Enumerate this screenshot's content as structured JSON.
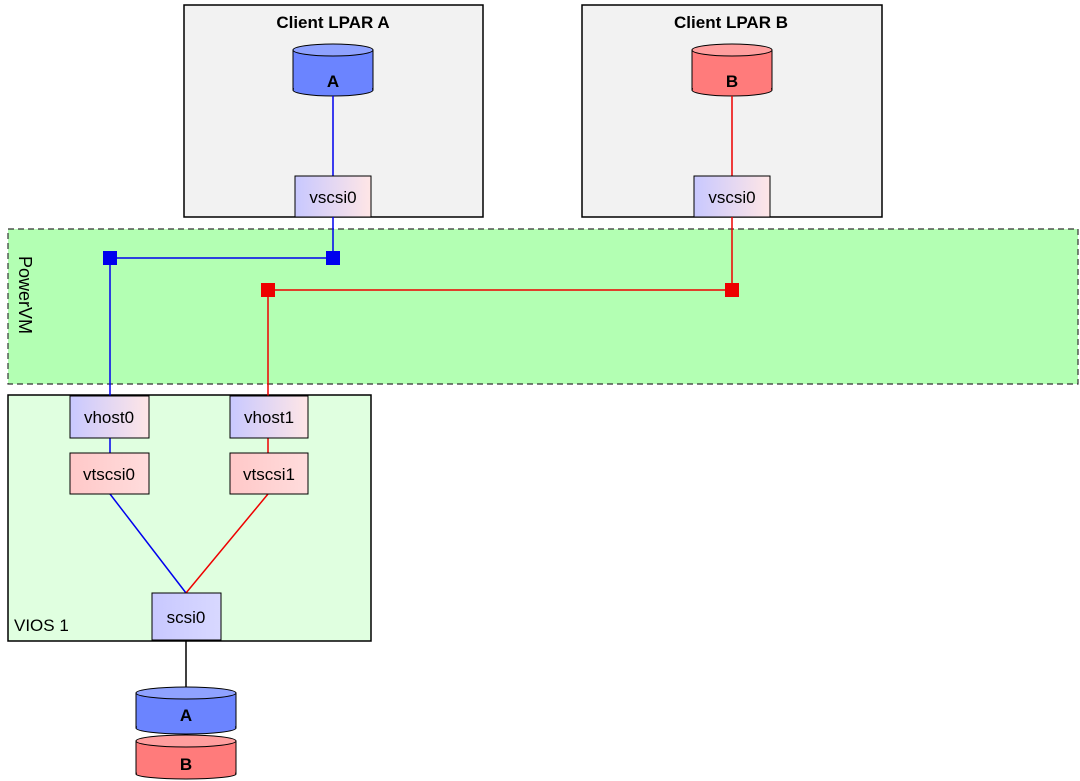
{
  "client_a": {
    "title": "Client LPAR A",
    "disk_label": "A",
    "adapter": "vscsi0"
  },
  "client_b": {
    "title": "Client LPAR B",
    "disk_label": "B",
    "adapter": "vscsi0"
  },
  "hypervisor": {
    "title": "PowerVM"
  },
  "vios": {
    "title": "VIOS 1",
    "vhost_a": "vhost0",
    "vhost_b": "vhost1",
    "vtscsi_a": "vtscsi0",
    "vtscsi_b": "vtscsi1",
    "physical_adapter": "scsi0"
  },
  "physical_disks": {
    "a": "A",
    "b": "B"
  },
  "colors": {
    "blue_path": "#0000ee",
    "red_path": "#ee0000",
    "disk_a": "#6b84ff",
    "disk_b": "#ff7b7b",
    "lpar_bg": "#f2f2f2",
    "powervm_bg": "#b3ffb3",
    "vios_bg": "#e0ffe0"
  }
}
